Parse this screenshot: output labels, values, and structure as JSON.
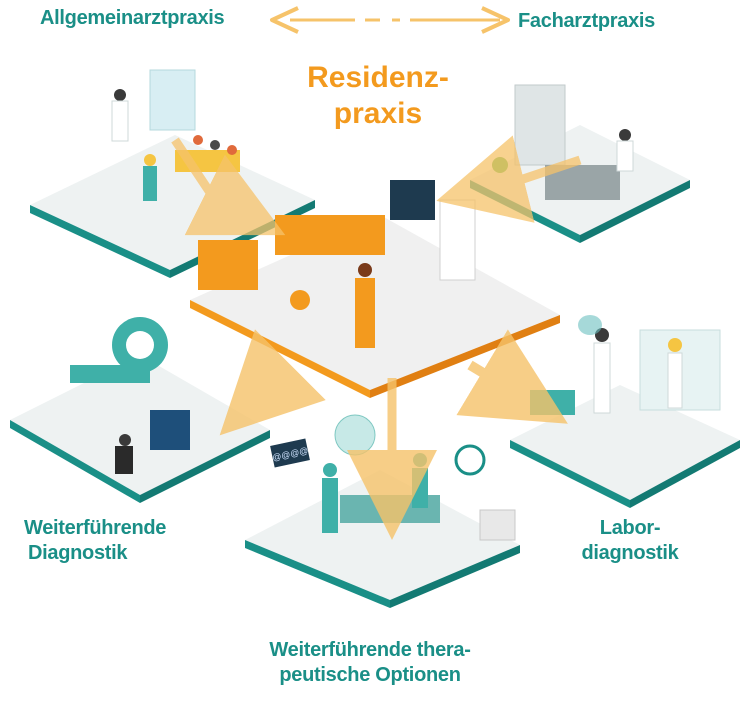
{
  "hub": {
    "line1": "Residenz-",
    "line2": "praxis"
  },
  "practices": {
    "general": "Allgemeinarztpraxis",
    "specialist": "Facharztpraxis"
  },
  "outcomes": {
    "diagnostics": {
      "line1": "Weiterführende",
      "line2": "Diagnostik"
    },
    "therapy": {
      "line1": "Weiterführende thera-",
      "line2": "peutische Optionen"
    },
    "lab": {
      "line1": "Labor-",
      "line2": "diagnostik"
    }
  },
  "monitor_text": "@@@@",
  "colors": {
    "teal": "#1a8f87",
    "orange": "#f39a1e",
    "arrow": "#f6c36a",
    "floor": "#eef2f2"
  }
}
